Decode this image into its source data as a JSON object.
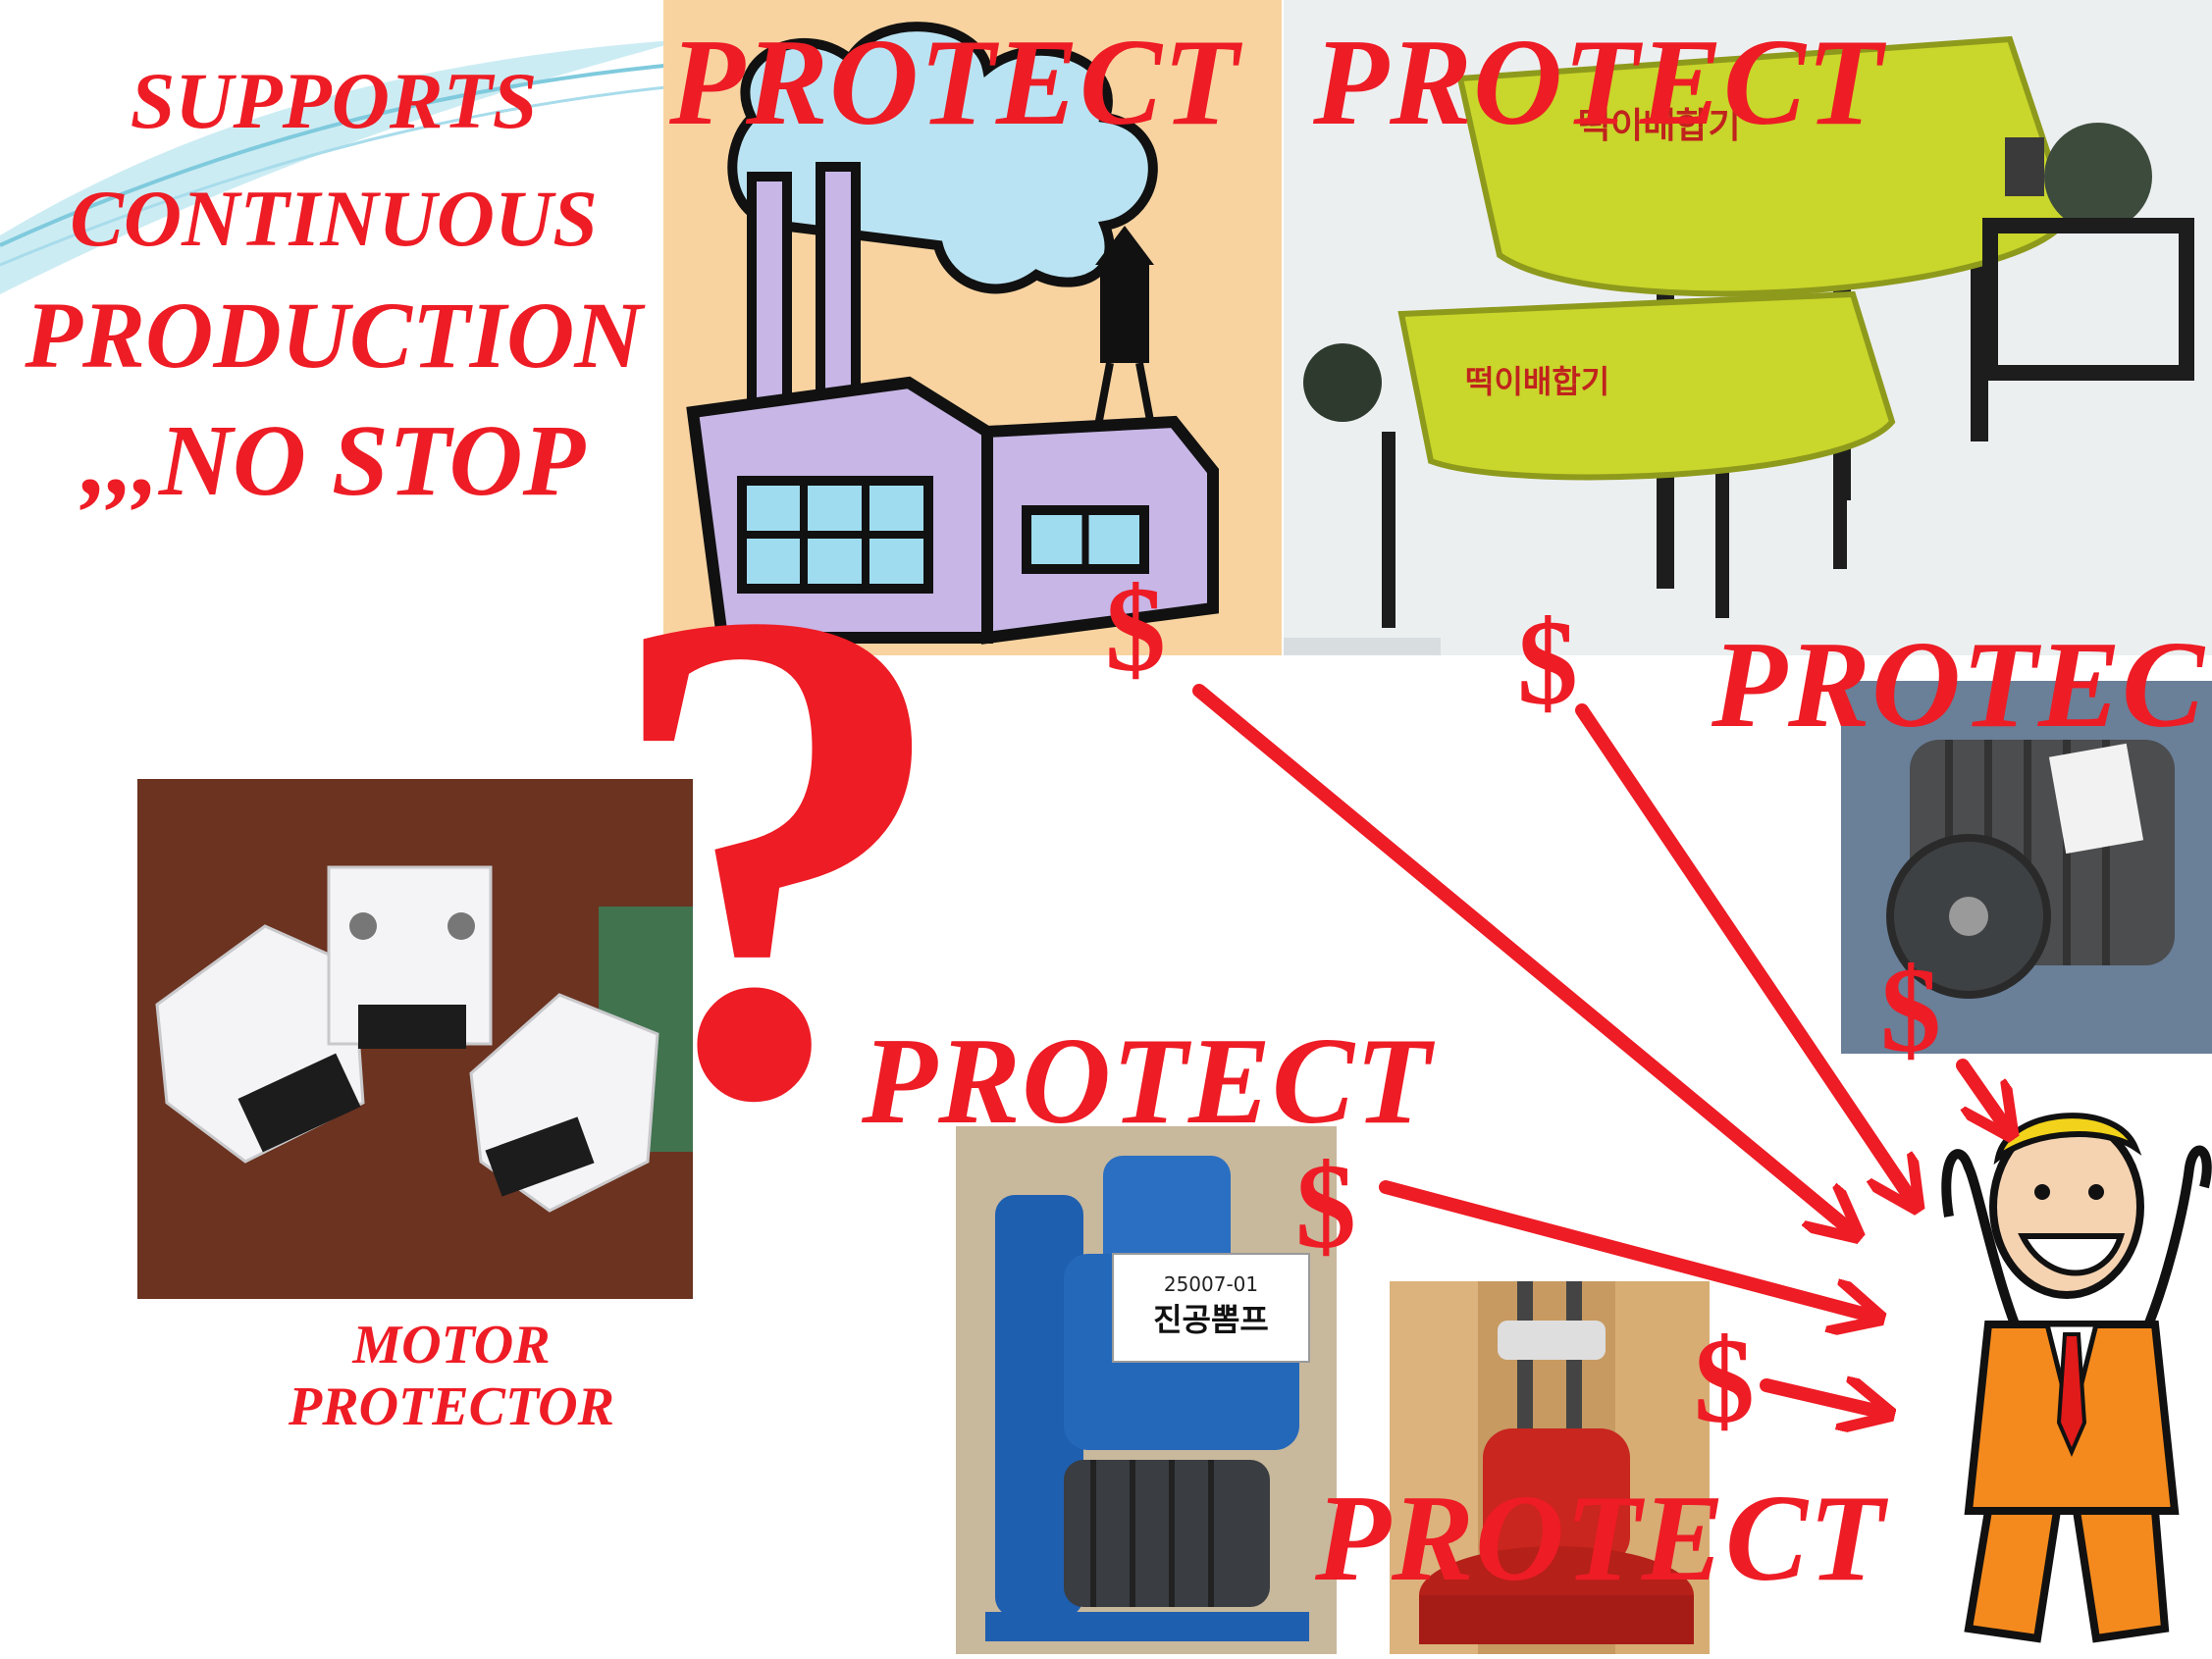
{
  "headline": {
    "lines": [
      "SUPPORTS",
      "CONTINUOUS",
      "PRODUCTION",
      ",,,NO STOP"
    ]
  },
  "labels": {
    "protect_factory": "PROTECT",
    "protect_mixer": "PROTECT",
    "protect_motor": "PROTECT",
    "protect_pump": "PROTECT",
    "protect_grinder": "PROTECT"
  },
  "money": {
    "factory": "$",
    "mixer": "$",
    "motor": "$",
    "pump": "$",
    "grinder": "$"
  },
  "question_mark": "?",
  "product_caption": {
    "line1": "MOTOR",
    "line2": "PROTECTOR"
  },
  "korean_labels": {
    "mixer_large": "떡이배합기",
    "mixer_small": "떡이배합기",
    "pump_tag_code": "25007-01",
    "pump_tag_name": "진공뽐프"
  },
  "colors": {
    "accent_red": "#ee1c25",
    "mixer_yellow": "#c9d62b",
    "pump_blue": "#1f5fb0",
    "grinder_red": "#c8261e",
    "factory_bg": "#f8d3a0",
    "factory_purple": "#c7b6e6",
    "factory_window": "#9fdcf0",
    "suit_orange": "#f48a1d"
  },
  "icons": [
    "factory-icon",
    "mixer-machine-icon",
    "electric-motor-icon",
    "vacuum-pump-icon",
    "floor-grinder-icon",
    "motor-protector-photo",
    "happy-businessman-icon",
    "question-mark-icon",
    "arrow-icon"
  ]
}
